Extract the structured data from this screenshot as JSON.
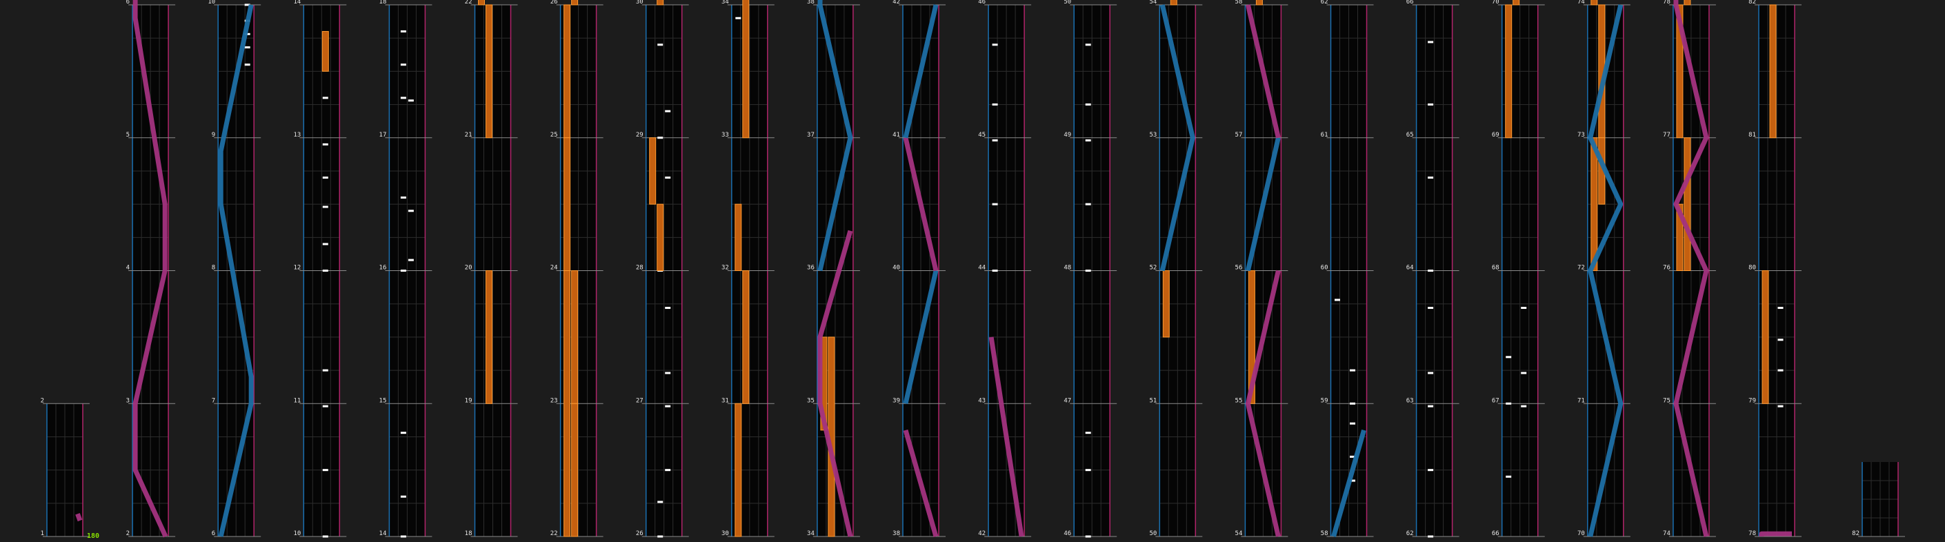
{
  "theme": {
    "background": "#1c1c1c",
    "lane_bg": "#050505",
    "grid": "#2d2d2d",
    "measure_line": "#8c8c8c",
    "left_border": "#1a6fb0",
    "right_border": "#b0246a",
    "note": "#ffffff",
    "hold": "#c46010",
    "hold_edge": "#ff9a30",
    "laser_left": "#1d6fa5",
    "laser_right": "#a3337f",
    "bpm": "#88e000"
  },
  "bpm_label": "180",
  "columns": [
    {
      "measures": [
        1,
        2
      ]
    },
    {
      "measures": [
        2,
        3,
        4,
        5,
        6
      ]
    },
    {
      "measures": [
        6,
        7,
        8,
        9,
        10
      ]
    },
    {
      "measures": [
        10,
        11,
        12,
        13,
        14
      ]
    },
    {
      "measures": [
        14,
        15,
        16,
        17,
        18
      ]
    },
    {
      "measures": [
        18,
        19,
        20,
        21,
        22
      ]
    },
    {
      "measures": [
        22,
        23,
        24,
        25,
        26
      ]
    },
    {
      "measures": [
        26,
        27,
        28,
        29,
        30
      ]
    },
    {
      "measures": [
        30,
        31,
        32,
        33,
        34
      ]
    },
    {
      "measures": [
        34,
        35,
        36,
        37,
        38
      ]
    },
    {
      "measures": [
        38,
        39,
        40,
        41,
        42
      ]
    },
    {
      "measures": [
        42,
        43,
        44,
        45,
        46
      ]
    },
    {
      "measures": [
        46,
        47,
        48,
        49,
        50
      ]
    },
    {
      "measures": [
        50,
        51,
        52,
        53,
        54
      ]
    },
    {
      "measures": [
        54,
        55,
        56,
        57,
        58
      ]
    },
    {
      "measures": [
        58,
        59,
        60,
        61,
        62
      ]
    },
    {
      "measures": [
        62,
        63,
        64,
        65,
        66
      ]
    },
    {
      "measures": [
        66,
        67,
        68,
        69,
        70
      ]
    },
    {
      "measures": [
        70,
        71,
        72,
        73,
        74
      ]
    },
    {
      "measures": [
        74,
        75,
        76,
        77,
        78
      ]
    },
    {
      "measures": [
        78,
        79,
        80,
        81,
        82
      ]
    },
    {
      "measures": [
        82
      ]
    }
  ]
}
